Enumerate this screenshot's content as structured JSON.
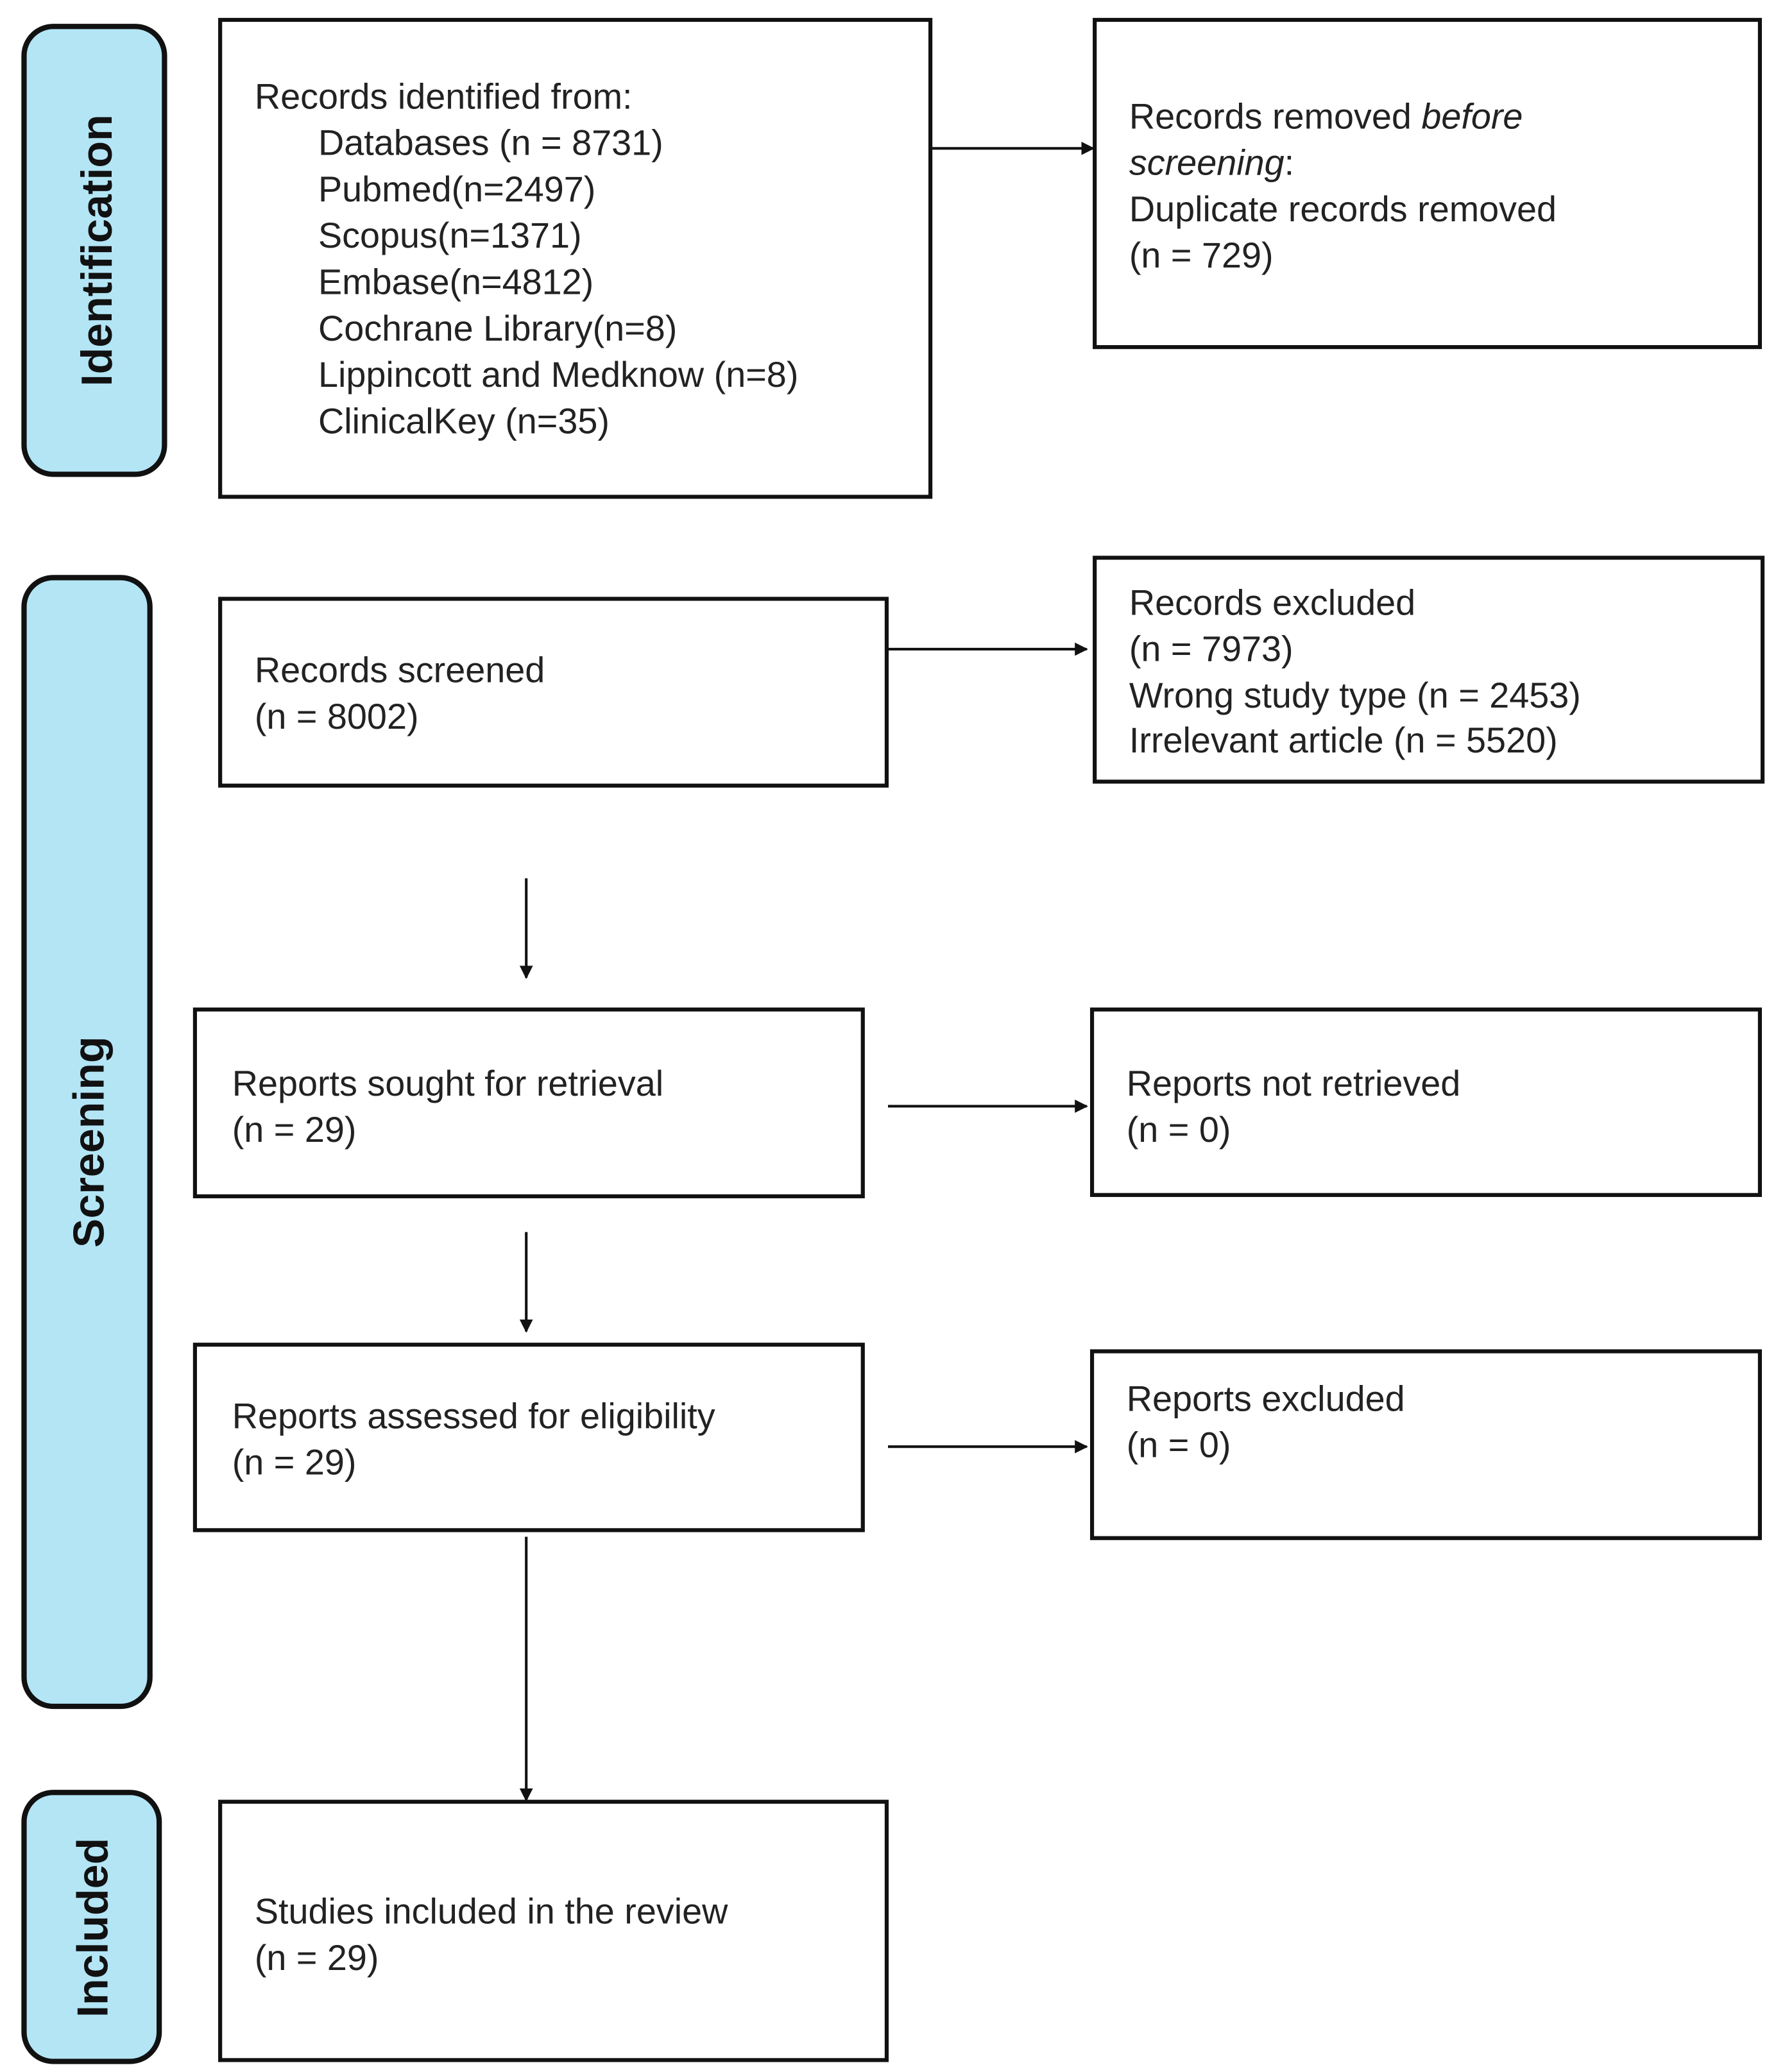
{
  "phases": {
    "identification": "Identification",
    "screening": "Screening",
    "included": "Included"
  },
  "pill_color": "#b3e5f5",
  "boxes": {
    "records_identified": {
      "title": "Records identified from:",
      "lines": [
        "Databases (n = 8731)",
        "Pubmed(n=2497)",
        "Scopus(n=1371)",
        "Embase(n=4812)",
        "Cochrane Library(n=8)",
        "Lippincott and Medknow (n=8)",
        "ClinicalKey (n=35)"
      ]
    },
    "records_removed": {
      "prefix": "Records removed ",
      "italic1": "before",
      "italic2": "screening",
      "colon": ":",
      "line3": "Duplicate records removed",
      "line4": "(n = 729)"
    },
    "records_screened": {
      "line1": "Records screened",
      "line2": "(n = 8002)"
    },
    "records_excluded": {
      "line1": "Records excluded",
      "line2": "(n = 7973)",
      "line3": "Wrong study type (n = 2453)",
      "line4": "Irrelevant article (n = 5520)"
    },
    "reports_sought": {
      "line1": "Reports sought for retrieval",
      "line2": "(n = 29)"
    },
    "reports_not_retrieved": {
      "line1": "Reports not retrieved",
      "line2": "(n = 0)"
    },
    "reports_assessed": {
      "line1": "Reports assessed for eligibility",
      "line2": "(n = 29)"
    },
    "reports_excluded": {
      "line1": "Reports excluded",
      "line2": "(n = 0)"
    },
    "studies_included": {
      "line1": "Studies included in the review",
      "line2": "(n = 29)"
    }
  }
}
